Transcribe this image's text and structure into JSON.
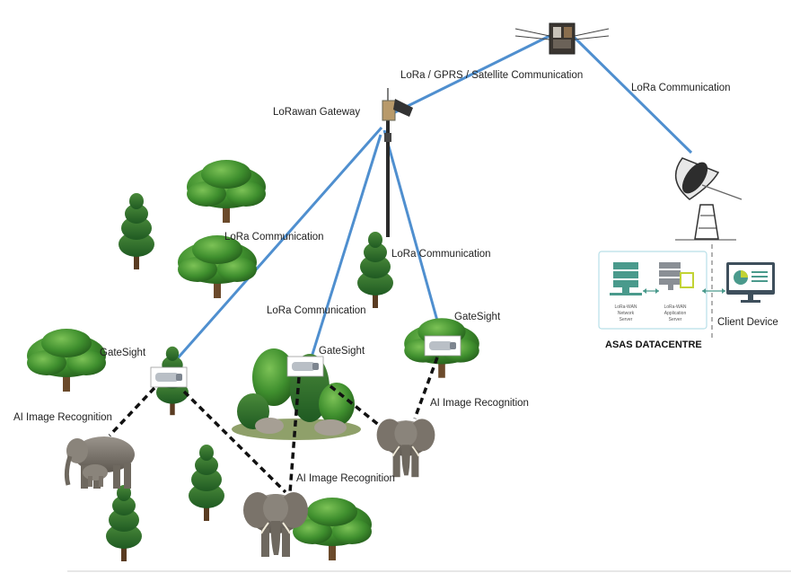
{
  "labels": {
    "sat_link": "LoRa / GPRS / Satellite Communication",
    "downlink": "LoRa Communication",
    "gateway": "LoRawan Gateway",
    "lora_left": "LoRa Communication",
    "lora_mid": "LoRa Communication",
    "lora_right": "LoRa Communication",
    "gatesight_left": "GateSight",
    "gatesight_mid": "GateSight",
    "gatesight_right": "GateSight",
    "ai_left": "AI Image Recognition",
    "ai_mid": "AI Image Recognition",
    "ai_right": "AI Image Recognition",
    "client_device": "Client Device",
    "datacentre": "ASAS DATACENTRE",
    "network_server_1": "LoRa-WAN",
    "network_server_2": "Network",
    "network_server_3": "Server",
    "app_server_1": "LoRa-WAN",
    "app_server_2": "Application",
    "app_server_3": "Server"
  },
  "colors": {
    "lora_link": "#4f8fcf",
    "ai_link": "#111111",
    "foliage": "#3f8f2e",
    "server": "#4a9a8c"
  },
  "icons": [
    "satellite-icon",
    "gateway-tower-icon",
    "dish-antenna-icon",
    "camera-icon",
    "tree-icon",
    "elephant-icon",
    "server-icon",
    "monitor-icon"
  ]
}
